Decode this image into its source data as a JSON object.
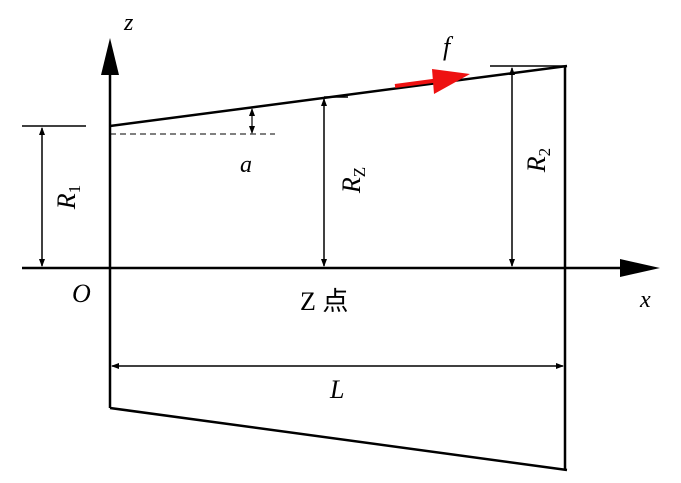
{
  "labels": {
    "z_axis": "z",
    "x_axis": "x",
    "origin": "O",
    "force": "f",
    "angle": "a",
    "r1_main": "R",
    "r1_sub": "1",
    "rz_main": "R",
    "rz_sub": "Z",
    "r2_main": "R",
    "r2_sub": "2",
    "z_point": "Z 点",
    "length": "L"
  },
  "colors": {
    "line": "#000000",
    "force_arrow": "#ee1111"
  }
}
